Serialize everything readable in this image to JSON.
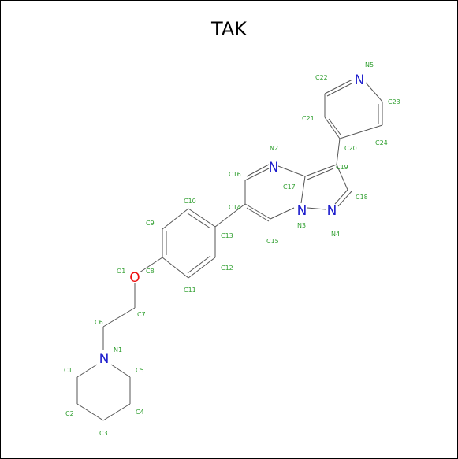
{
  "title": "TAK",
  "colors": {
    "carbon_label": "#2e9e2e",
    "nitrogen": "#1a1acc",
    "oxygen": "#ee1111",
    "bond": "#555555"
  },
  "heteroatoms": [
    {
      "symbol": "N",
      "atom": "N1"
    },
    {
      "symbol": "N",
      "atom": "N2"
    },
    {
      "symbol": "N",
      "atom": "N3"
    },
    {
      "symbol": "N",
      "atom": "N4"
    },
    {
      "symbol": "N",
      "atom": "N5"
    },
    {
      "symbol": "O",
      "atom": "O1"
    }
  ],
  "atom_labels": [
    "N5",
    "C22",
    "C23",
    "C21",
    "C24",
    "C20",
    "N2",
    "C19",
    "C16",
    "C17",
    "C18",
    "C10",
    "C14",
    "C9",
    "C13",
    "N3",
    "C15",
    "N4",
    "O1",
    "C8",
    "C12",
    "C11",
    "C7",
    "C6",
    "N1",
    "C1",
    "C5",
    "C2",
    "C4",
    "C3"
  ]
}
